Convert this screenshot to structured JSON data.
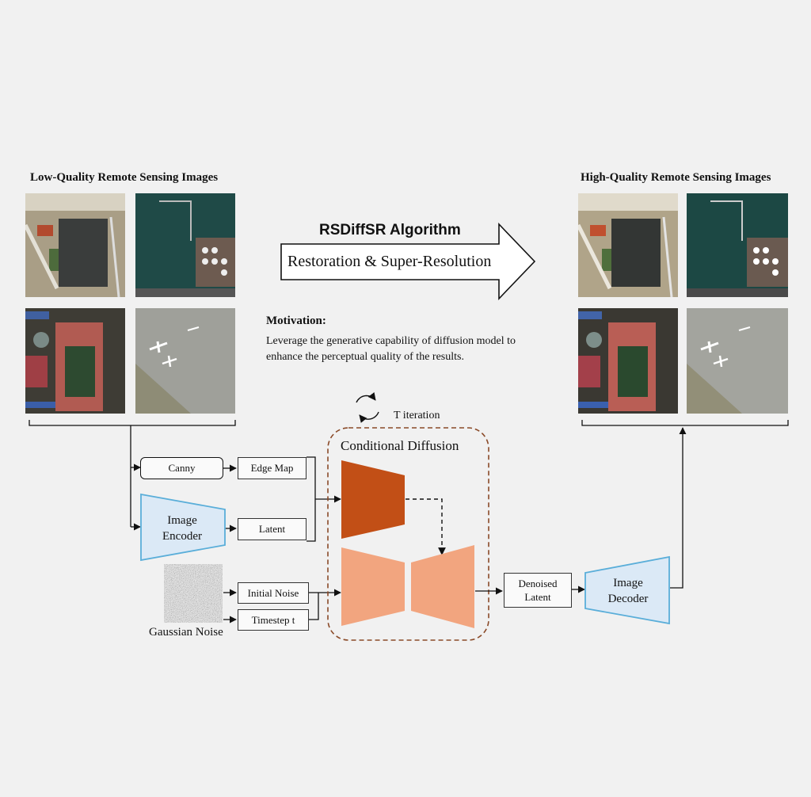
{
  "headings": {
    "lq": "Low-Quality Remote Sensing Images",
    "hq": "High-Quality Remote Sensing Images"
  },
  "algorithm": {
    "name": "RSDiffSR Algorithm",
    "task": "Restoration & Super-Resolution"
  },
  "motivation": {
    "title": "Motivation:",
    "line1": "Leverage the generative capability of diffusion model to",
    "line2": "enhance the perceptual quality of the results."
  },
  "pipeline": {
    "canny": "Canny",
    "edge_map": "Edge Map",
    "image_encoder_l1": "Image",
    "image_encoder_l2": "Encoder",
    "latent": "Latent",
    "initial_noise": "Initial Noise",
    "timestep": "Timestep t",
    "gaussian_noise": "Gaussian Noise",
    "t_iteration": "T iteration",
    "conditional_diffusion": "Conditional Diffusion",
    "denoised_l1": "Denoised",
    "denoised_l2": "Latent",
    "image_decoder_l1": "Image",
    "image_decoder_l2": "Decoder"
  },
  "colors": {
    "encoder_fill": "#dbe9f6",
    "encoder_stroke": "#5aaed9",
    "controlnet": "#c24f16",
    "unet": "#f2a57f",
    "dashed_border": "#8a4a28"
  },
  "icons": [
    "refresh-cycle-icon",
    "noise-texture-icon",
    "arrow-right-big-icon"
  ]
}
